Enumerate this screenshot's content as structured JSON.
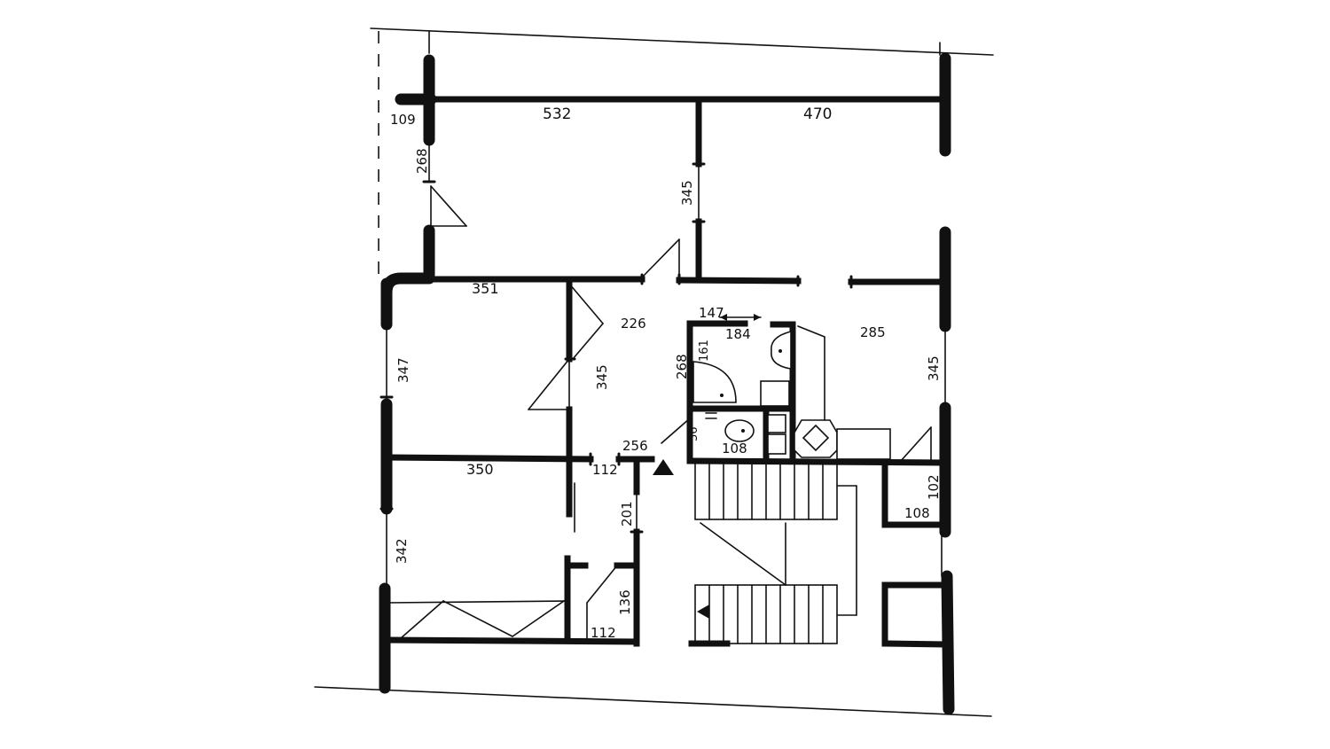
{
  "floor_plan": {
    "dimensions": {
      "d109": "109",
      "d532": "532",
      "d470": "470",
      "d268_top": "268",
      "d345_mid": "345",
      "d351": "351",
      "d226": "226",
      "d347": "347",
      "d345_left": "345",
      "d147": "147",
      "d184": "184",
      "d268_bath": "268",
      "d161": "161",
      "d285": "285",
      "d345_right": "345",
      "d256": "256",
      "d36": "36",
      "d108_wc": "108",
      "d350": "350",
      "d112_top": "112",
      "d201": "201",
      "d342": "342",
      "d136": "136",
      "d112_bottom": "112",
      "d102": "102",
      "d108_store": "108"
    }
  }
}
